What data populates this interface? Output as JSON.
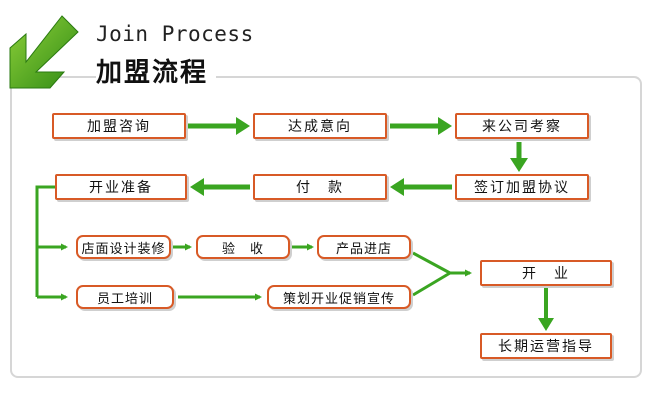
{
  "header": {
    "title_en": "Join Process",
    "title_cn": "加盟流程"
  },
  "nodes": {
    "consult": "加盟咨询",
    "intent": "达成意向",
    "visit": "来公司考察",
    "contract": "签订加盟协议",
    "payment": "付　款",
    "prepare": "开业准备",
    "decoration": "店面设计装修",
    "acceptance": "验　收",
    "stock": "产品进店",
    "training": "员工培训",
    "promotion": "策划开业促销宣传",
    "opening": "开　业",
    "guidance": "长期运营指导"
  },
  "colors": {
    "node_border": "#d85a26",
    "arrow_green": "#3aa521",
    "logo_green": "#3f9b1b",
    "panel_border": "#d6d6d6"
  },
  "icons": {
    "logo": "green-down-left-arrow-icon"
  }
}
